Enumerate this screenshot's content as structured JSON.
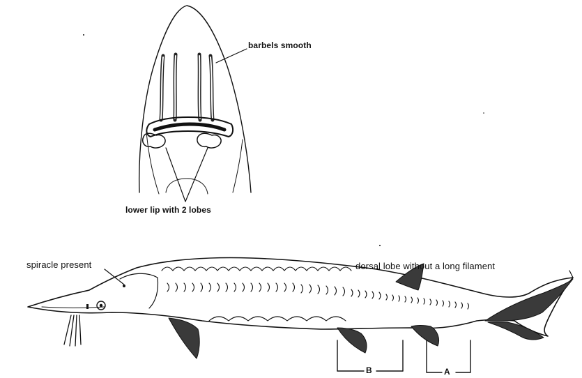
{
  "labels": {
    "barbels": "barbels smooth",
    "lower_lip": "lower lip with 2 lobes",
    "spiracle": "spiracle present",
    "dorsal_lobe": "dorsal lobe without a long filament",
    "measure_b": "B",
    "measure_a": "A"
  },
  "colors": {
    "ink": "#111111",
    "paper": "#ffffff",
    "fin_fill": "#3a3a3a"
  }
}
